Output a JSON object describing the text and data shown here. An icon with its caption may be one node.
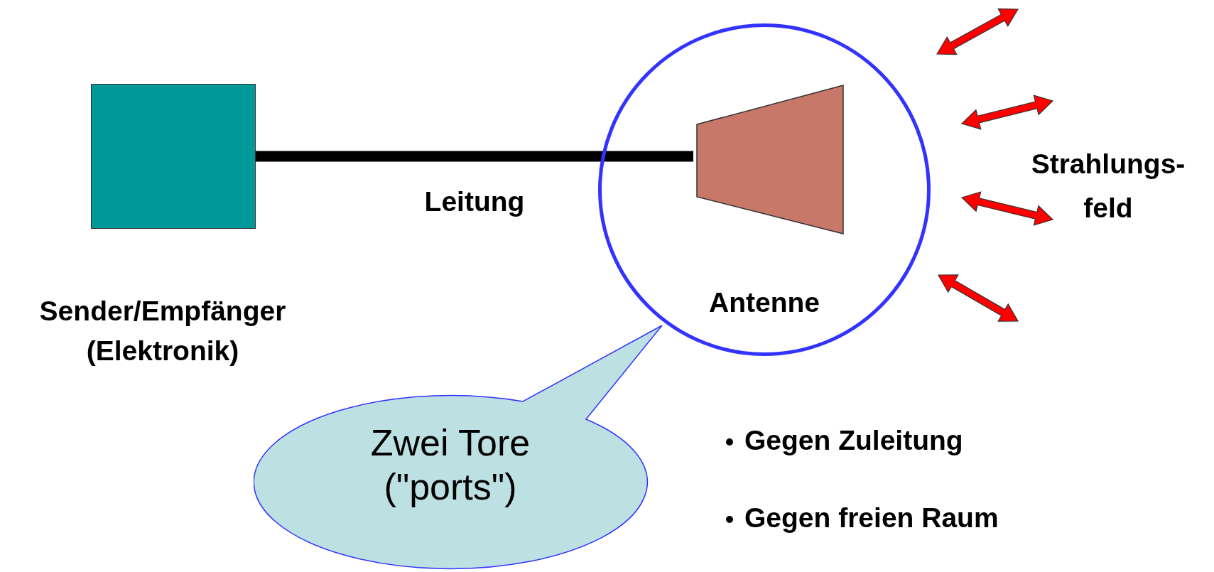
{
  "diagram": {
    "nodes": [
      {
        "text": [],
        "shape": "box"
      },
      {
        "text": [
          "Antenne"
        ]
      },
      {
        "text": [],
        "shape": "trapezoid",
        "in": 1
      },
      {
        "text": [
          "Zwei Tore (\"ports\")"
        ]
      }
    ],
    "edges": [
      {
        "from": 0,
        "to": 2,
        "arrow": "none",
        "label": "Leitung"
      }
    ],
    "labels": [
      "Sender/Empfänger (Elektronik)",
      "Strahlungs- feld",
      "Gegen Zuleitung",
      "Gegen freien Raum"
    ]
  }
}
